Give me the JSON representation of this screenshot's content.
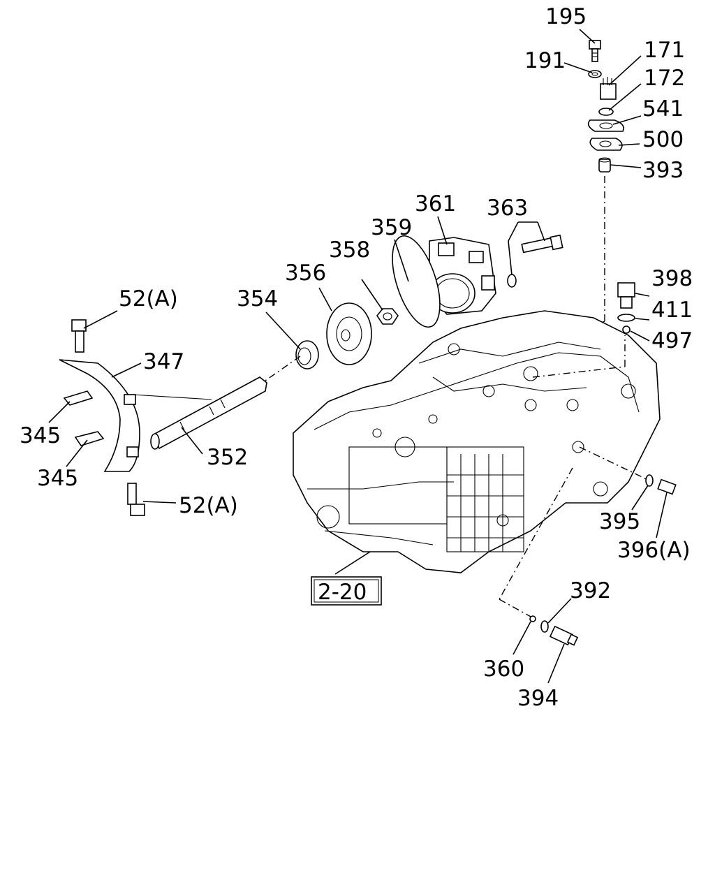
{
  "callouts": [
    {
      "id": "c195",
      "text": "195"
    },
    {
      "id": "c191",
      "text": "191"
    },
    {
      "id": "c171",
      "text": "171"
    },
    {
      "id": "c172",
      "text": "172"
    },
    {
      "id": "c541",
      "text": "541"
    },
    {
      "id": "c500",
      "text": "500"
    },
    {
      "id": "c393",
      "text": "393"
    },
    {
      "id": "c361",
      "text": "361"
    },
    {
      "id": "c363",
      "text": "363"
    },
    {
      "id": "c359",
      "text": "359"
    },
    {
      "id": "c358",
      "text": "358"
    },
    {
      "id": "c356",
      "text": "356"
    },
    {
      "id": "c354",
      "text": "354"
    },
    {
      "id": "c52a_top",
      "text": "52(A)"
    },
    {
      "id": "c347",
      "text": "347"
    },
    {
      "id": "c345_top",
      "text": "345"
    },
    {
      "id": "c345_bot",
      "text": "345"
    },
    {
      "id": "c352",
      "text": "352"
    },
    {
      "id": "c52a_bot",
      "text": "52(A)"
    },
    {
      "id": "c398",
      "text": "398"
    },
    {
      "id": "c411",
      "text": "411"
    },
    {
      "id": "c497",
      "text": "497"
    },
    {
      "id": "c395",
      "text": "395"
    },
    {
      "id": "c396a",
      "text": "396(A)"
    },
    {
      "id": "c392",
      "text": "392"
    },
    {
      "id": "c360",
      "text": "360"
    },
    {
      "id": "c394",
      "text": "394"
    }
  ],
  "reference_box": {
    "text": "2-20"
  }
}
